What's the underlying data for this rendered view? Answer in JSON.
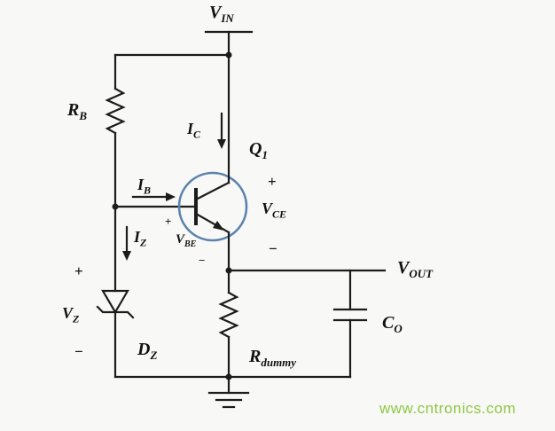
{
  "labels": {
    "vin": {
      "main": "V",
      "sub": "IN"
    },
    "rb": {
      "main": "R",
      "sub": "B"
    },
    "ic": {
      "main": "I",
      "sub": "C"
    },
    "q1": {
      "main": "Q",
      "sub": "1"
    },
    "ib": {
      "main": "I",
      "sub": "B"
    },
    "iz": {
      "main": "I",
      "sub": "Z"
    },
    "vce": {
      "main": "V",
      "sub": "CE"
    },
    "vbe": {
      "main": "V",
      "sub": "BE"
    },
    "vz": {
      "main": "V",
      "sub": "Z"
    },
    "dz": {
      "main": "D",
      "sub": "Z"
    },
    "vout": {
      "main": "V",
      "sub": "OUT"
    },
    "rdummy": {
      "main": "R",
      "sub": "dummy"
    },
    "co": {
      "main": "C",
      "sub": "O"
    }
  },
  "polarity": {
    "vce_plus": "+",
    "vce_minus": "−",
    "vbe_plus": "+",
    "vbe_minus": "−",
    "vz_plus": "+",
    "vz_minus": "−"
  },
  "watermark": "www.cntronics.com",
  "colors": {
    "wire": "#1c1c1c",
    "transistor_circle": "#5b83ad",
    "watermark_green": "#8fc845"
  }
}
